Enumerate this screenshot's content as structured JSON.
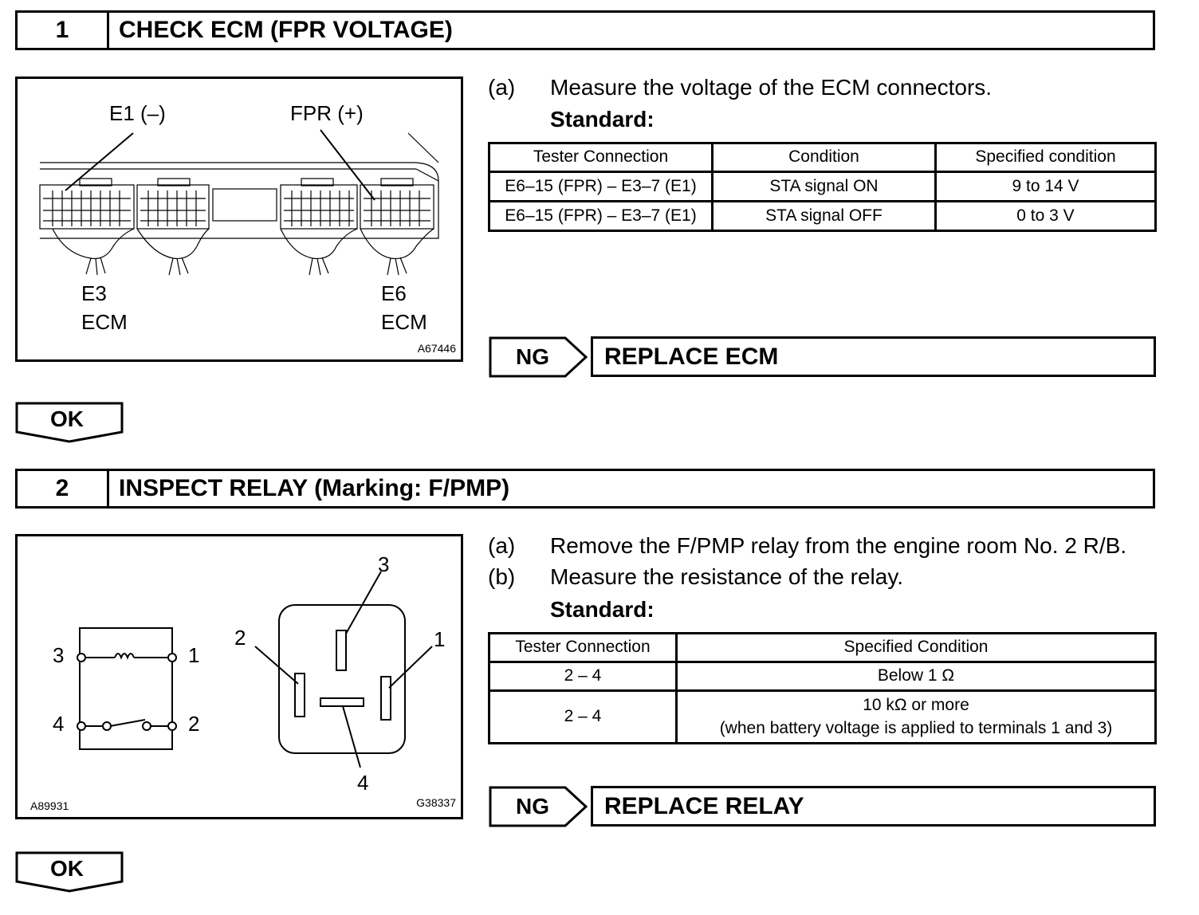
{
  "step1": {
    "number": "1",
    "title": "CHECK ECM (FPR VOLTAGE)",
    "figure": {
      "labels": {
        "e1": "E1 (–)",
        "fpr": "FPR (+)",
        "e3": "E3",
        "e3_ecm": "ECM",
        "e6": "E6",
        "e6_ecm": "ECM"
      },
      "code": "A67446"
    },
    "instructions": [
      {
        "letter": "(a)",
        "text": "Measure the voltage of the ECM connectors."
      }
    ],
    "standard_label": "Standard:",
    "table": {
      "headers": [
        "Tester Connection",
        "Condition",
        "Specified condition"
      ],
      "rows": [
        [
          "E6–15 (FPR) – E3–7 (E1)",
          "STA signal ON",
          "9 to 14 V"
        ],
        [
          "E6–15 (FPR) – E3–7 (E1)",
          "STA signal OFF",
          "0 to 3 V"
        ]
      ]
    },
    "ng_label": "NG",
    "ng_result": "REPLACE ECM",
    "ok_label": "OK"
  },
  "step2": {
    "number": "2",
    "title": "INSPECT RELAY (Marking: F/PMP)",
    "figure": {
      "labels": {
        "sch_3": "3",
        "sch_1": "1",
        "sch_4": "4",
        "sch_2": "2",
        "rel_3": "3",
        "rel_2": "2",
        "rel_1": "1",
        "rel_4": "4"
      },
      "code_left": "A89931",
      "code_right": "G38337"
    },
    "instructions": [
      {
        "letter": "(a)",
        "text": "Remove the F/PMP relay from the engine room No. 2 R/B."
      },
      {
        "letter": "(b)",
        "text": "Measure the resistance of the relay."
      }
    ],
    "standard_label": "Standard:",
    "table": {
      "headers": [
        "Tester Connection",
        "Specified Condition"
      ],
      "rows": [
        [
          "2 – 4",
          "Below 1 Ω"
        ],
        [
          "2 – 4",
          "10 kΩ or more",
          "(when battery voltage is applied to terminals 1 and 3)"
        ]
      ]
    },
    "ng_label": "NG",
    "ng_result": "REPLACE RELAY",
    "ok_label": "OK"
  }
}
